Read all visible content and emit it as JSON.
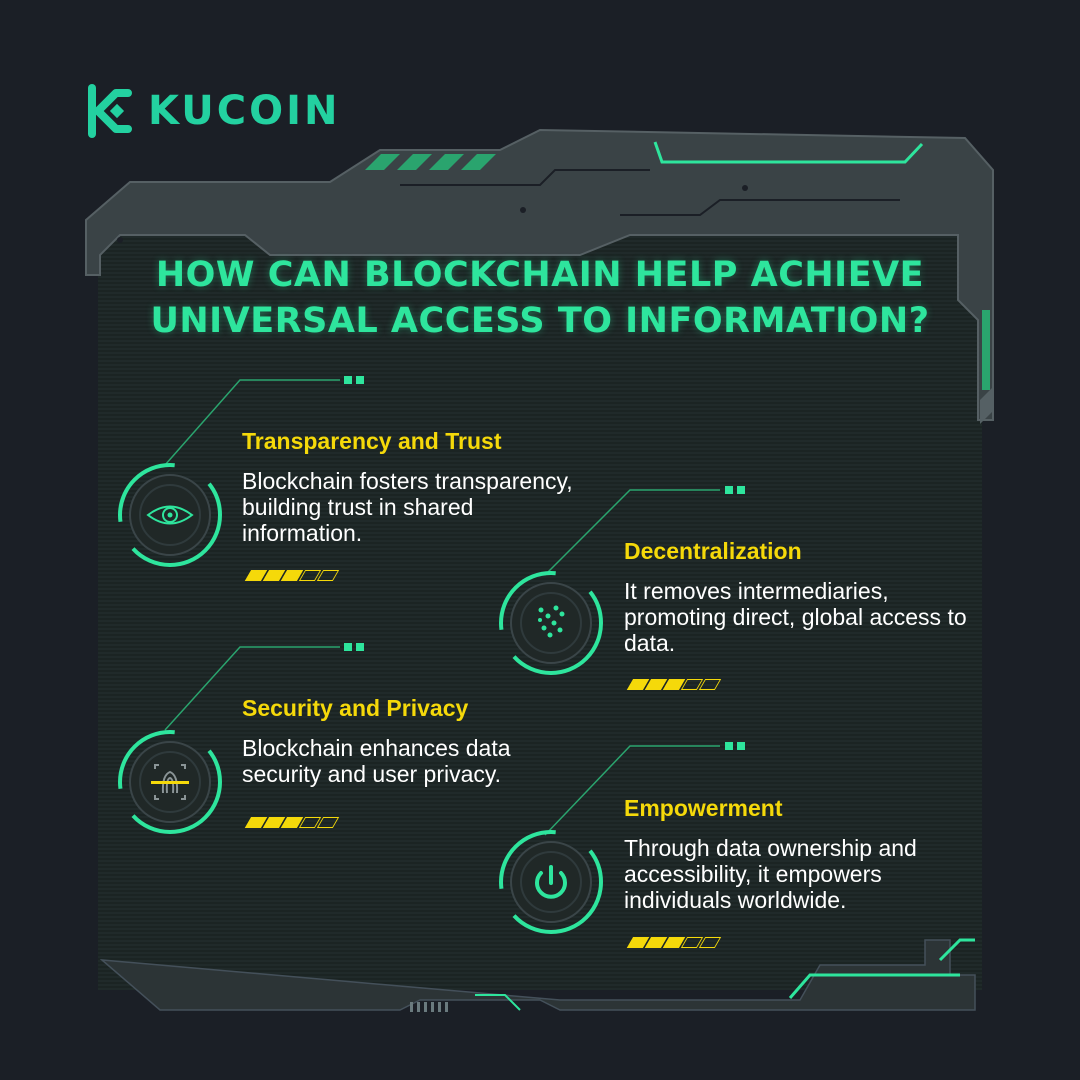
{
  "brand": {
    "name": "KUCOIN",
    "color": "#23d1a0"
  },
  "title": {
    "line1": "HOW CAN BLOCKCHAIN HELP ACHIEVE",
    "line2": "UNIVERSAL ACCESS TO INFORMATION?"
  },
  "colors": {
    "accent": "#2ee59d",
    "highlight": "#f5d90a",
    "background": "#1b1f26"
  },
  "items": [
    {
      "title": "Transparency and Trust",
      "description": "Blockchain fosters transparency, building trust in shared information.",
      "icon": "eye-icon",
      "rating": 3,
      "rating_max": 5
    },
    {
      "title": "Decentralization",
      "description": "It removes intermediaries, promoting direct, global access to data.",
      "icon": "network-nodes-icon",
      "rating": 3,
      "rating_max": 5
    },
    {
      "title": "Security and Privacy",
      "description": "Blockchain enhances data security and user privacy.",
      "icon": "fingerprint-icon",
      "rating": 3,
      "rating_max": 5
    },
    {
      "title": "Empowerment",
      "description": "Through data ownership and accessibility, it empowers individuals worldwide.",
      "icon": "power-icon",
      "rating": 3,
      "rating_max": 5
    }
  ]
}
